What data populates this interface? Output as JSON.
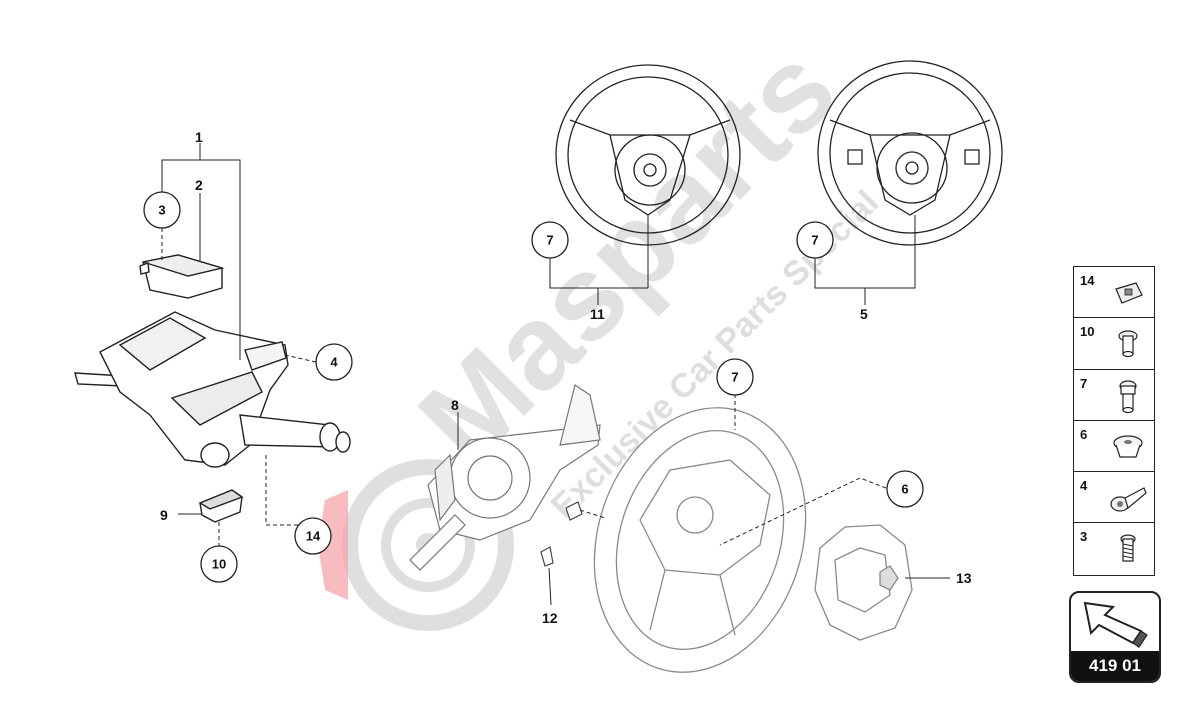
{
  "callouts": {
    "c1": "1",
    "c2": "2",
    "c3": "3",
    "c4": "4",
    "c5": "5",
    "c6": "6",
    "c7a": "7",
    "c7b": "7",
    "c7c": "7",
    "c8": "8",
    "c9": "9",
    "c10": "10",
    "c11": "11",
    "c12": "12",
    "c13": "13",
    "c14": "14"
  },
  "legend": {
    "items": [
      {
        "number": "14",
        "icon": "clip-nut-icon"
      },
      {
        "number": "10",
        "icon": "short-screw-icon"
      },
      {
        "number": "7",
        "icon": "torx-bolt-icon"
      },
      {
        "number": "6",
        "icon": "flange-nut-icon"
      },
      {
        "number": "4",
        "icon": "long-bolt-icon"
      },
      {
        "number": "3",
        "icon": "threaded-screw-icon"
      }
    ]
  },
  "reference": {
    "code": "419 01"
  },
  "watermark": {
    "brand": "Masparts",
    "tagline": "Exclusive Car Parts Special"
  },
  "colors": {
    "line": "#222222",
    "light": "#8a8a8a",
    "watermark": "#c7c9cc",
    "accent": "#f3a0a4"
  }
}
